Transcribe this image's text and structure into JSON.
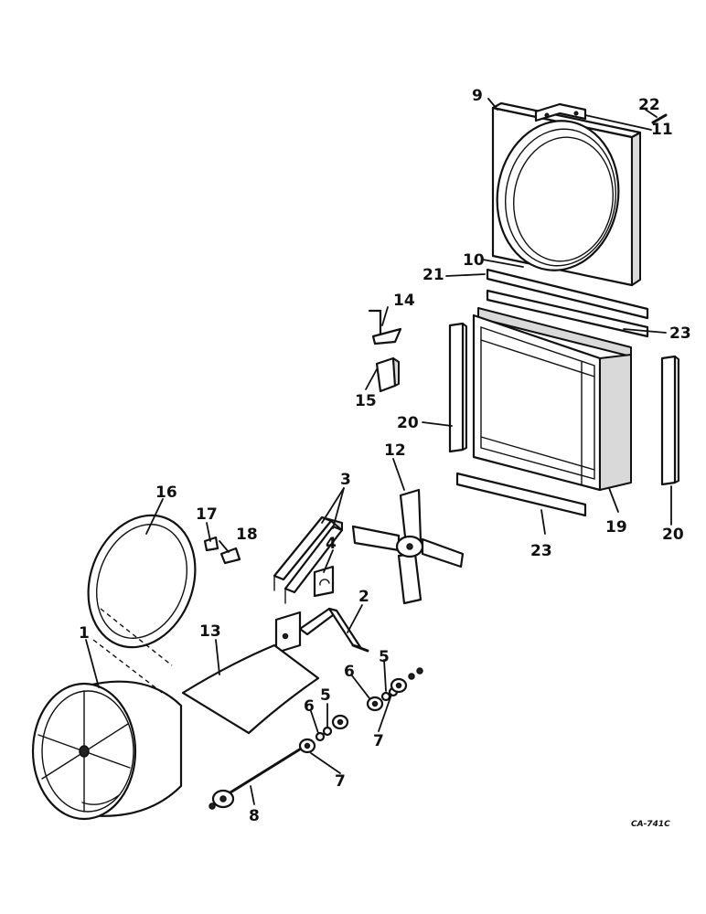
{
  "callouts": {
    "c1": "1",
    "c2": "2",
    "c3": "3",
    "c4": "4",
    "c5a": "5",
    "c5b": "5",
    "c6a": "6",
    "c6b": "6",
    "c7a": "7",
    "c7b": "7",
    "c8": "8",
    "c9": "9",
    "c10": "10",
    "c11": "11",
    "c12": "12",
    "c13": "13",
    "c14": "14",
    "c15": "15",
    "c16": "16",
    "c17": "17",
    "c18": "18",
    "c19": "19",
    "c20a": "20",
    "c20b": "20",
    "c21": "21",
    "c22": "22",
    "c23a": "23",
    "c23b": "23"
  },
  "drawing_code": "CA-741C"
}
